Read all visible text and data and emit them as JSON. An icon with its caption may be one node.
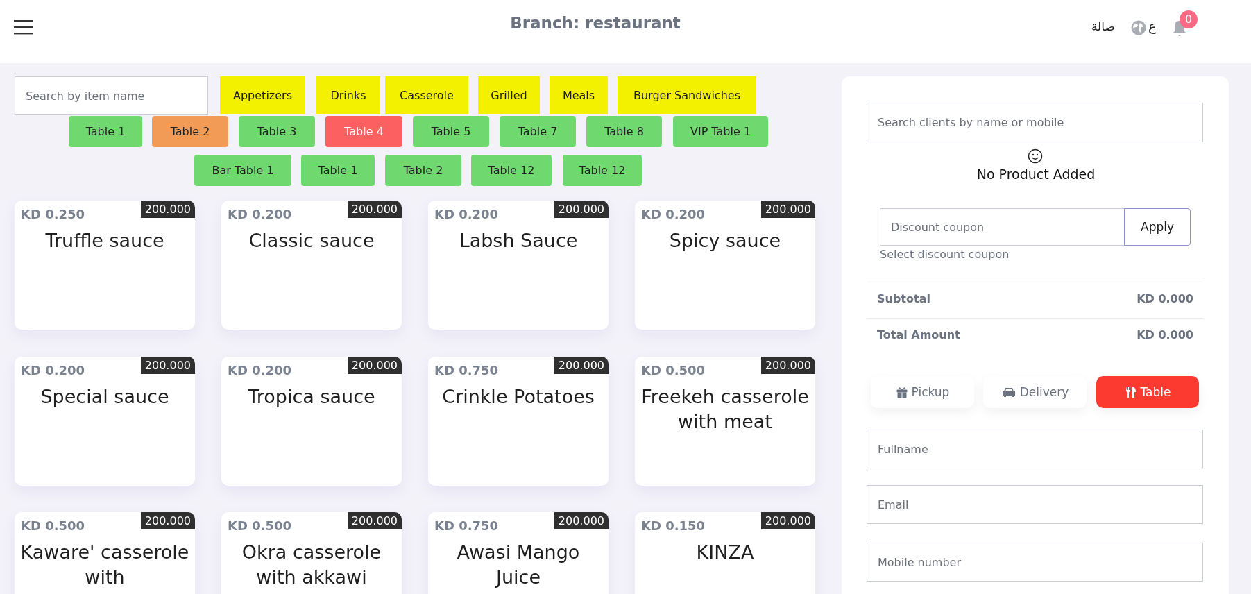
{
  "diagram": {
    "title": "Branch: restaurant",
    "nodes": [
      {
        "text": [
          "Search by item name"
        ]
      },
      {
        "text": [
          "Appetizers"
        ]
      },
      {
        "text": [
          "Drinks"
        ]
      },
      {
        "text": [
          "Casserole"
        ]
      },
      {
        "text": [
          "Grilled"
        ]
      },
      {
        "text": [
          "Meals"
        ]
      },
      {
        "text": [
          "Burger Sandwiches"
        ]
      },
      {
        "text": [
          "Table 1"
        ]
      },
      {
        "text": [
          "Table 2"
        ]
      },
      {
        "text": [
          "Table 3"
        ]
      },
      {
        "text": [
          "Table 4"
        ]
      },
      {
        "text": [
          "Table 5"
        ]
      },
      {
        "text": [
          "Table 7"
        ]
      },
      {
        "text": [
          "Table 8"
        ]
      },
      {
        "text": [
          "VIP Table 1"
        ]
      },
      {
        "text": [
          "Bar Table 1"
        ]
      },
      {
        "text": [
          "Table 1"
        ]
      },
      {
        "text": [
          "Table 2"
        ]
      },
      {
        "text": [
          "Table 12"
        ]
      },
      {
        "text": [
          "Table 12"
        ]
      },
      {
        "text": [
          "KD 0.250",
          "200.000",
          "Truffle sauce"
        ]
      },
      {
        "text": [
          "KD 0.200",
          "200.000",
          "Classic sauce"
        ]
      },
      {
        "text": [
          "KD 0.200",
          "200.000",
          "Labsh Sauce"
        ]
      },
      {
        "text": [
          "KD 0.200",
          "200.000",
          "Spicy sauce"
        ]
      },
      {
        "text": [
          "KD 0.200",
          "200.000",
          "Special sauce"
        ]
      },
      {
        "text": [
          "KD 0.200",
          "200.000",
          "Tropica sauce"
        ]
      },
      {
        "text": [
          "KD 0.750",
          "200.000",
          "Crinkle Potatoes"
        ]
      },
      {
        "text": [
          "KD 0.500",
          "200.000",
          "Freekeh casserole with meat"
        ]
      },
      {
        "text": [
          "KD 0.500",
          "200.000",
          "Kaware' casserole with"
        ]
      },
      {
        "text": [
          "KD 0.500",
          "200.000",
          "Okra casserole with akkawi"
        ]
      },
      {
        "text": [
          "KD 0.750",
          "200.000",
          "Awasi Mango Juice"
        ]
      },
      {
        "text": [
          "KD 0.150",
          "200.000",
          "KINZA"
        ]
      },
      {
        "text": [],
        "shape": "box"
      },
      {
        "text": [
          "Search clients by name or mobile"
        ],
        "in": 32
      },
      {
        "text": [
          "Discount coupon"
        ],
        "in": 32,
        "beside": [
          "Select discount coupon"
        ]
      },
      {
        "text": [
          "Apply"
        ],
        "in": 32
      },
      {
        "text": [
          "Pickup"
        ],
        "in": 32
      },
      {
        "text": [
          "Delivery"
        ],
        "in": 32
      },
      {
        "text": [
          "Table"
        ],
        "in": 32
      },
      {
        "text": [
          "Fullname"
        ],
        "in": 32
      },
      {
        "text": [
          "Email"
        ],
        "in": 32
      },
      {
        "text": [
          "Mobile number"
        ],
        "in": 32
      }
    ],
    "labels": [
      "صالة",
      "ع",
      "0",
      "No Product Added",
      "Subtotal",
      "KD 0.000",
      "Total Amount",
      "KD 0.000"
    ]
  }
}
